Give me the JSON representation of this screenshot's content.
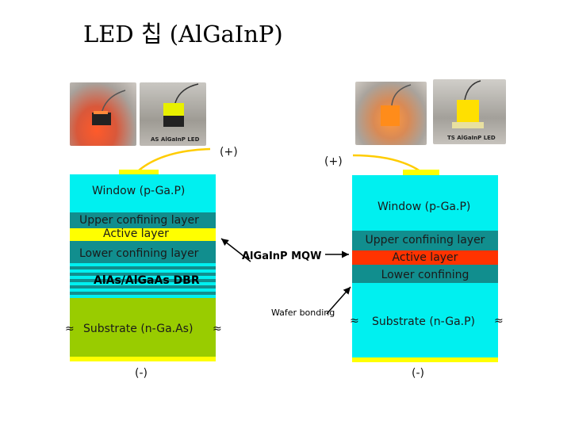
{
  "title": "LED 칩 (AlGaInP)",
  "left_chip": {
    "plus": "(+)",
    "minus": "(-)",
    "window": "Window (p-Ga.P)",
    "upper": "Upper confining layer",
    "active": "Active layer",
    "lower": "Lower confining layer",
    "dbr": "AlAs/AlGaAs DBR",
    "substrate": "Substrate (n-Ga.As)",
    "approx": "≈"
  },
  "right_chip": {
    "plus": "(+)",
    "minus": "(-)",
    "window": "Window (p-Ga.P)",
    "upper": "Upper confining layer",
    "active": "Active layer",
    "lower": "Lower confining layer",
    "substrate": "Substrate (n-Ga.P)",
    "approx": "≈"
  },
  "annotations": {
    "mqw": "AlGaInP MQW",
    "wafer_bonding": "Wafer bonding"
  },
  "photos": {
    "as_label": "AS AlGaInP LED",
    "ts_label": "TS AlGaInP LED"
  },
  "colors": {
    "window": "#00f0f0",
    "confining": "#118e8e",
    "active_left": "#ffff00",
    "active_right": "#ff3300",
    "substrate_left": "#99cc00",
    "contact": "#ffff00",
    "wire": "#ffcc00"
  }
}
